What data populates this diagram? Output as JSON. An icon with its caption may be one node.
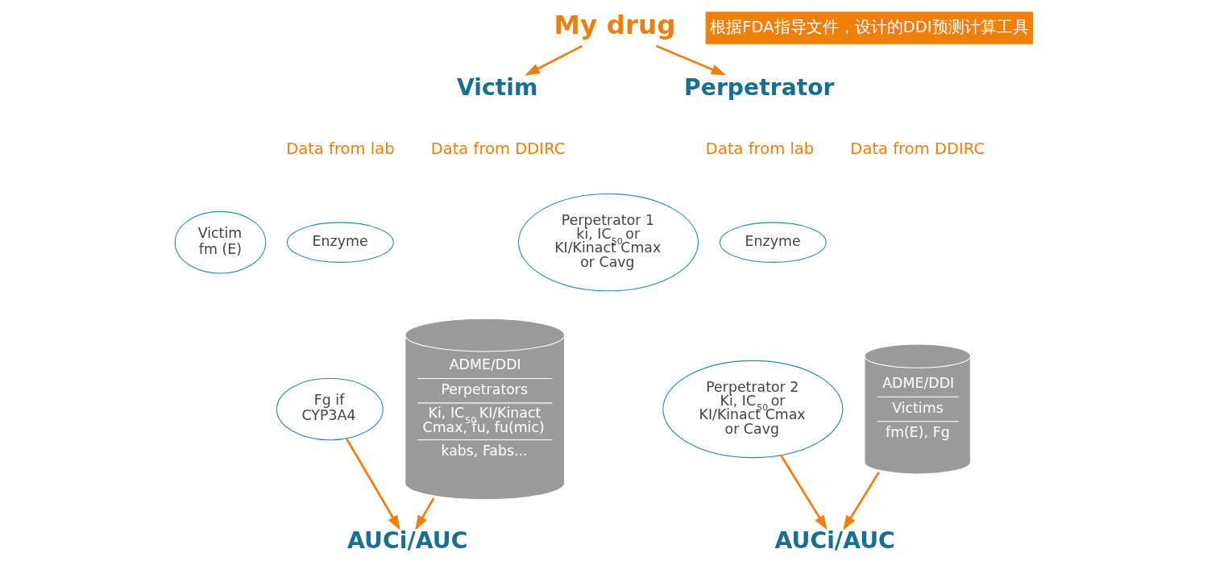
{
  "diagram": {
    "nodes": [
      {
        "text": [
          "My drug"
        ]
      },
      {
        "text": [
          "Victim"
        ]
      },
      {
        "text": [
          "Perpetrator"
        ]
      },
      {
        "text": [
          "Victim fm (E)"
        ]
      },
      {
        "text": [
          "Enzyme"
        ]
      },
      {
        "text": [
          "Fg if CYP3A4"
        ]
      },
      {
        "text": [
          "ADME/DDI",
          "Perpetrators",
          "Ki, IC$_{50}$ KI/Kinact Cmax, fu, fu(mic)",
          "kabs, Fabs..."
        ]
      },
      {
        "text": [
          "Perpetrator 1 ki, IC$_{50}$ or KI/Kinact Cmax or Cavg"
        ]
      },
      {
        "text": [
          "Enzyme"
        ]
      },
      {
        "text": [
          "Perpetrator 2 Ki, IC$_{50}$ or KI/Kinact Cmax or Cavg"
        ]
      },
      {
        "text": [
          "ADME/DDI",
          "Victims",
          "fm(E), Fg"
        ]
      },
      {
        "text": [
          "AUCi/AUC"
        ]
      },
      {
        "text": [
          "AUCi/AUC"
        ]
      }
    ],
    "edges": [
      {
        "from": 0,
        "to": 1,
        "arrow": "to"
      },
      {
        "from": 0,
        "to": 2,
        "arrow": "to"
      },
      {
        "from": 5,
        "to": 11,
        "arrow": "to"
      },
      {
        "from": 6,
        "to": 11,
        "arrow": "to"
      },
      {
        "from": 9,
        "to": 12,
        "arrow": "to"
      },
      {
        "from": 10,
        "to": 12,
        "arrow": "to"
      }
    ],
    "labels": [
      "根据FDA指导文件，设计的DDI预测计算工具",
      "Data from lab",
      "Data from DDIRC",
      "Data from lab",
      "Data from DDIRC"
    ]
  }
}
